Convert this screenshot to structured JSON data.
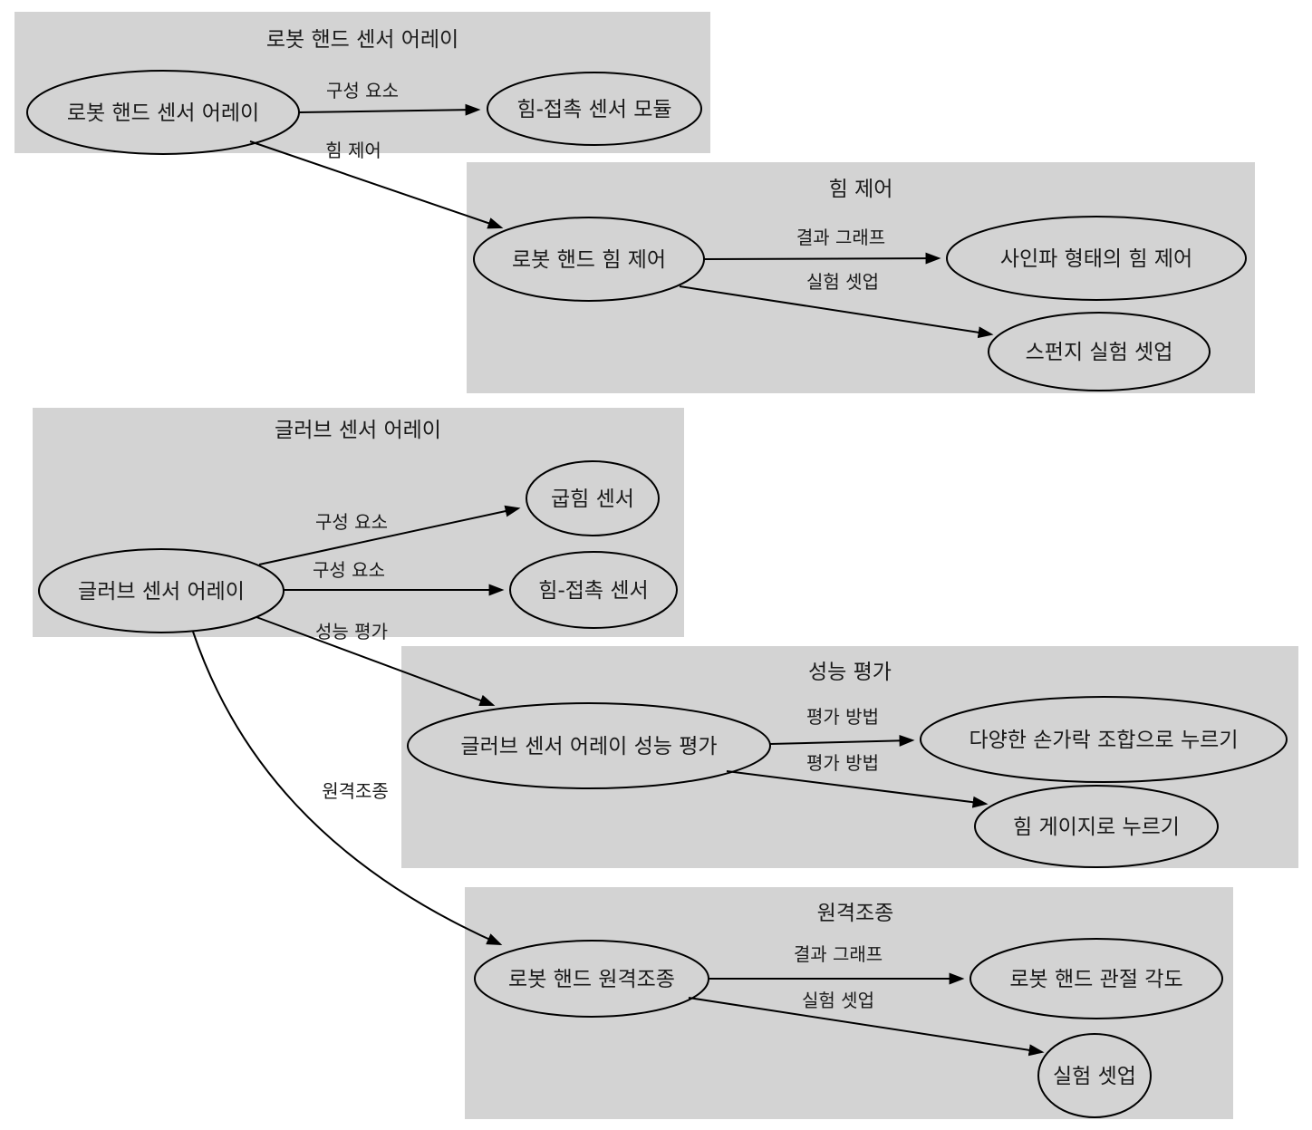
{
  "diagram_type": "knowledge-graph",
  "colors": {
    "background": "#ffffff",
    "cluster_fill": "#d3d3d3",
    "stroke": "#000000",
    "text": "#1a1a1a"
  },
  "clusters": {
    "robot_hand_sensor_array": {
      "title": "로봇 핸드 센서 어레이"
    },
    "force_control": {
      "title": "힘 제어"
    },
    "glove_sensor_array": {
      "title": "글러브 센서 어레이"
    },
    "performance_evaluation": {
      "title": "성능 평가"
    },
    "teleoperation": {
      "title": "원격조종"
    }
  },
  "nodes": {
    "robot_hand_sensor_array": {
      "label": "로봇 핸드 센서 어레이"
    },
    "force_contact_sensor_module": {
      "label": "힘-접촉 센서 모듈"
    },
    "robot_hand_force_control": {
      "label": "로봇 핸드 힘 제어"
    },
    "sine_wave_force_control": {
      "label": "사인파 형태의 힘 제어"
    },
    "sponge_experiment_setup": {
      "label": "스펀지 실험 셋업"
    },
    "glove_sensor_array": {
      "label": "글러브 센서 어레이"
    },
    "bending_sensor": {
      "label": "굽힘 센서"
    },
    "force_contact_sensor": {
      "label": "힘-접촉 센서"
    },
    "glove_sensor_array_performance_evaluation": {
      "label": "글러브 센서 어레이 성능 평가"
    },
    "pressing_with_various_finger_combinations": {
      "label": "다양한 손가락 조합으로 누르기"
    },
    "pressing_with_force_gauge": {
      "label": "힘 게이지로 누르기"
    },
    "robot_hand_teleoperation": {
      "label": "로봇 핸드 원격조종"
    },
    "robot_hand_joint_angles": {
      "label": "로봇 핸드 관절 각도"
    },
    "experiment_setup": {
      "label": "실험 셋업"
    }
  },
  "edges": {
    "sensor_array_to_module": {
      "label": "구성 요소"
    },
    "sensor_array_to_force_control": {
      "label": "힘 제어"
    },
    "force_control_to_sine_wave": {
      "label": "결과 그래프"
    },
    "force_control_to_sponge": {
      "label": "실험 셋업"
    },
    "glove_to_bending_sensor": {
      "label": "구성 요소"
    },
    "glove_to_force_contact_sensor": {
      "label": "구성 요소"
    },
    "glove_to_performance_evaluation": {
      "label": "성능 평가"
    },
    "glove_to_teleoperation": {
      "label": "원격조종"
    },
    "evaluation_to_finger_combinations": {
      "label": "평가 방법"
    },
    "evaluation_to_force_gauge": {
      "label": "평가 방법"
    },
    "teleoperation_to_joint_angles": {
      "label": "결과 그래프"
    },
    "teleoperation_to_setup": {
      "label": "실험 셋업"
    }
  }
}
